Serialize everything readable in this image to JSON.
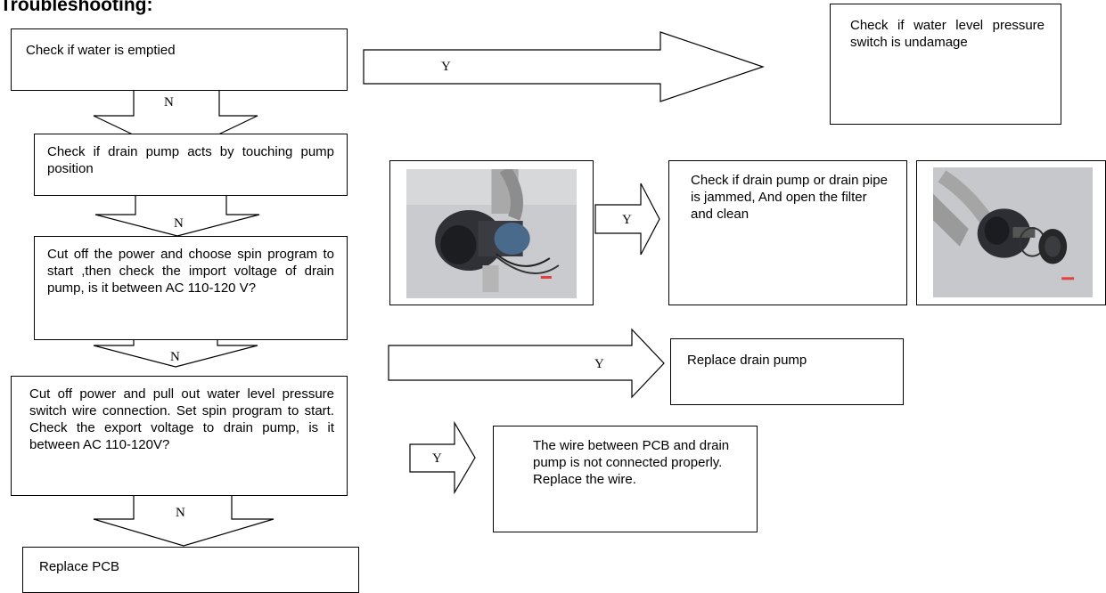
{
  "title": "Troubleshooting:",
  "steps": [
    {
      "text": "Check if water is emptied",
      "no": "N",
      "yes": "Y"
    },
    {
      "text": "Check if drain pump acts by touching pump position",
      "no": "N",
      "yes": "Y"
    },
    {
      "text": "Cut off the power and choose spin program to start ,then check the import voltage of drain pump, is it  between AC 110-120 V?",
      "no": "N",
      "yes": "Y"
    },
    {
      "text": "Cut off power and pull out water level pressure switch wire connection. Set spin program to start. Check the export voltage to drain pump, is it between AC 110-120V?",
      "no": "N",
      "yes": "Y"
    },
    {
      "text": "Replace PCB"
    }
  ],
  "results": [
    {
      "text": "Check  if  water  level pressure switch is undamage"
    },
    {
      "text": "Check if drain pump or drain pipe is jammed, And open the filter and clean"
    },
    {
      "text": "Replace drain pump"
    },
    {
      "text": "The wire between PCB and drain pump is not connected properly. Replace the wire."
    }
  ],
  "photos": [
    {
      "subject": "drain-pump-photo"
    },
    {
      "subject": "drain-pump-filter-photo"
    }
  ]
}
